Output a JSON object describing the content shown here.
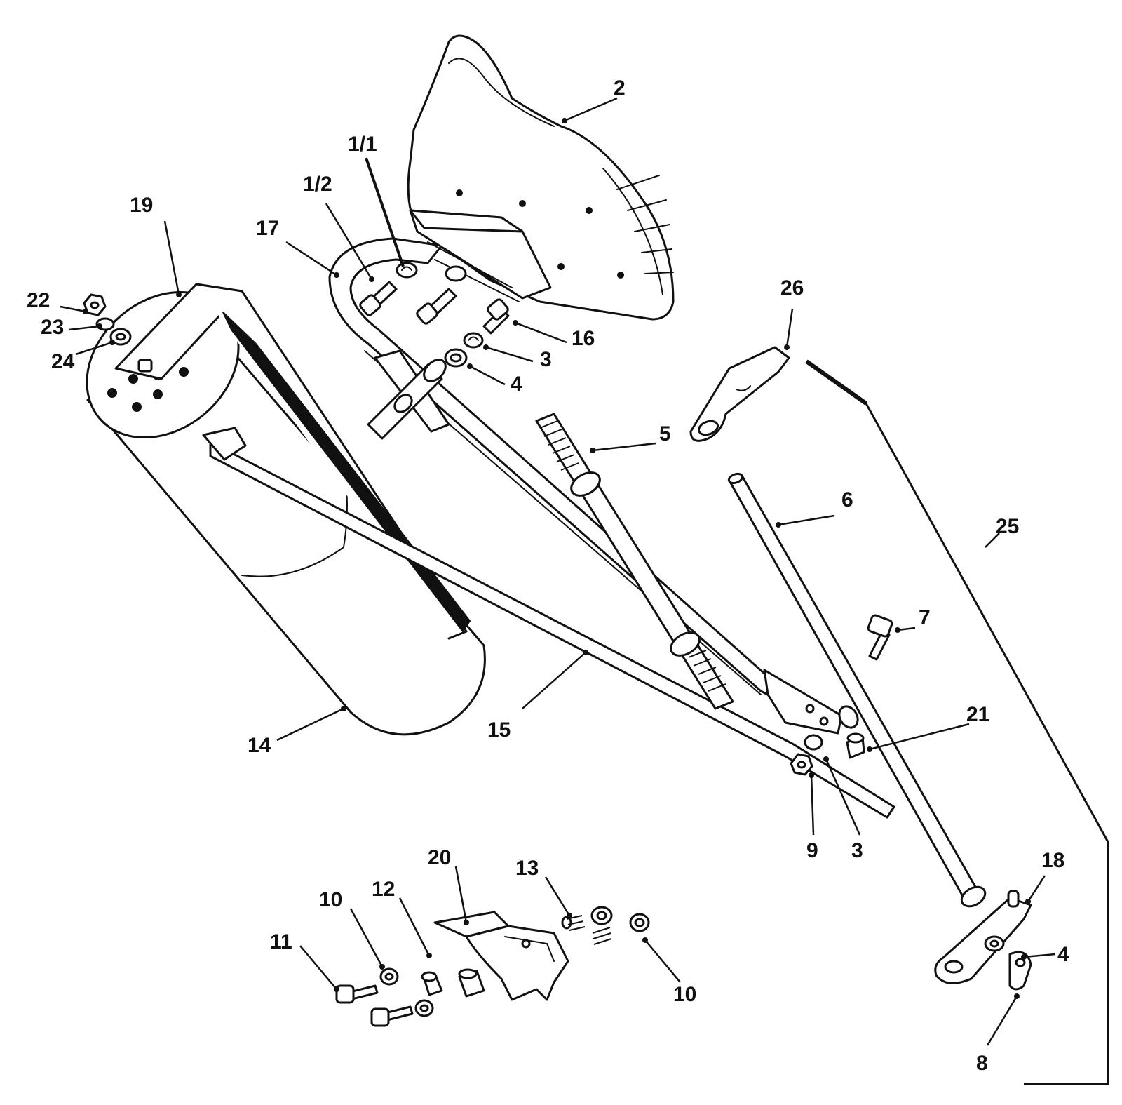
{
  "diagram": {
    "labels": {
      "l_1_1": "1/1",
      "l_1_2": "1/2",
      "l_2": "2",
      "l_3a": "3",
      "l_3b": "3",
      "l_4a": "4",
      "l_4b": "4",
      "l_5": "5",
      "l_6": "6",
      "l_7": "7",
      "l_8": "8",
      "l_9": "9",
      "l_10a": "10",
      "l_10b": "10",
      "l_11": "11",
      "l_12": "12",
      "l_13": "13",
      "l_14": "14",
      "l_15": "15",
      "l_16": "16",
      "l_17": "17",
      "l_18": "18",
      "l_19": "19",
      "l_20": "20",
      "l_21": "21",
      "l_22": "22",
      "l_23": "23",
      "l_24": "24",
      "l_25": "25",
      "l_26": "26"
    }
  }
}
